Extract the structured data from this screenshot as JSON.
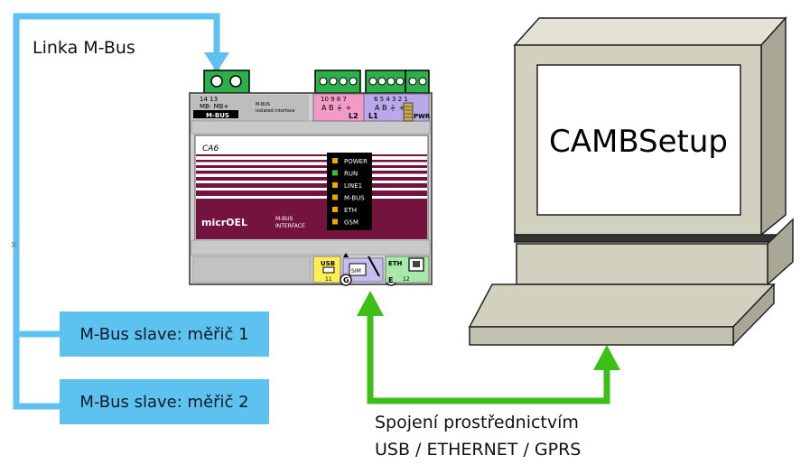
{
  "mbus_line_label": "Linka M-Bus",
  "slaves": [
    {
      "label": "M-Bus slave: měřič 1"
    },
    {
      "label": "M-Bus slave: měřič 2"
    }
  ],
  "connection": {
    "line1": "Spojení prostřednictvím",
    "line2": "USB / ETHERNET / GPRS"
  },
  "computer": {
    "screen_text": "CAMBSetup"
  },
  "device": {
    "model": "CA6",
    "brand": "micrOEL",
    "subtitle_1": "M-BUS",
    "subtitle_2": "INTERFACE",
    "mbus_terminal_numbers": "14  13",
    "mbus_terminal_pins": "MB-  MB+",
    "mbus_label": "M-BUS",
    "mbus_note_1": "M-BUS",
    "mbus_note_2": "isolated interface",
    "l2_numbers": "10 9 8 7",
    "l2_pins": "A  B  ⏚  +",
    "l2_label": "L2",
    "l1_numbers": "6 5 4 3 2 1",
    "l1_pins": "A  B  ⏚  +",
    "l1_label": "L1",
    "pwr_label": "PWR",
    "usb_label": "USB",
    "usb_number": "11",
    "sim_label": "SIM",
    "eth_label": "ETH",
    "eth_number": "12",
    "g_label": "G",
    "e_label": "E",
    "leds": [
      {
        "label": "POWER",
        "color": "#f0a800"
      },
      {
        "label": "RUN",
        "color": "#3bbf3b"
      },
      {
        "label": "LINE1",
        "color": "#f0a800"
      },
      {
        "label": "M-BUS",
        "color": "#f0a800"
      },
      {
        "label": "ETH",
        "color": "#f0a800"
      },
      {
        "label": "GSM",
        "color": "#f0a800"
      }
    ]
  },
  "colors": {
    "mbus_line": "#5ec2f0",
    "connection_arrow": "#3cbf16",
    "computer_body": "#d2d0bf",
    "device_maroon": "#75133f"
  }
}
